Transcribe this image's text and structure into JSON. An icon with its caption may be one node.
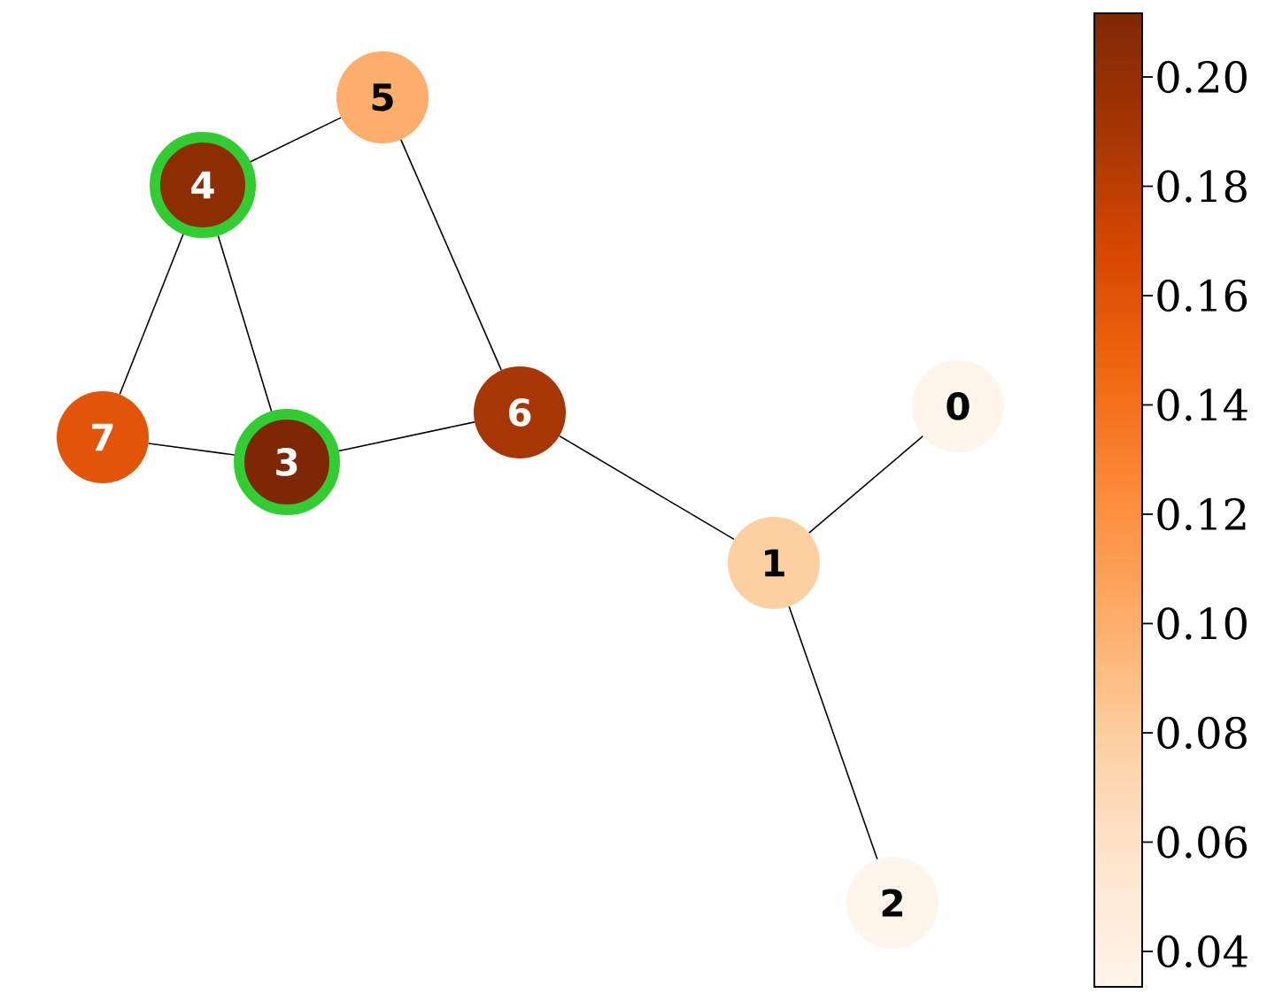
{
  "diagram": {
    "nodes": [
      {
        "text": [
          "0"
        ]
      },
      {
        "text": [
          "1"
        ]
      },
      {
        "text": [
          "2"
        ]
      },
      {
        "text": [
          "3"
        ]
      },
      {
        "text": [
          "4"
        ]
      },
      {
        "text": [
          "5"
        ]
      },
      {
        "text": [
          "6"
        ]
      },
      {
        "text": [
          "7"
        ]
      }
    ],
    "edges": [
      {
        "from": 4,
        "to": 5,
        "arrow": "none"
      },
      {
        "from": 5,
        "to": 6,
        "arrow": "none"
      },
      {
        "from": 4,
        "to": 7,
        "arrow": "none"
      },
      {
        "from": 4,
        "to": 3,
        "arrow": "none"
      },
      {
        "from": 7,
        "to": 3,
        "arrow": "none"
      },
      {
        "from": 3,
        "to": 6,
        "arrow": "none"
      },
      {
        "from": 6,
        "to": 1,
        "arrow": "none"
      },
      {
        "from": 1,
        "to": 0,
        "arrow": "none"
      },
      {
        "from": 1,
        "to": 2,
        "arrow": "none"
      }
    ],
    "labels": [
      "0.20",
      "0.18",
      "0.16",
      "0.14",
      "0.12",
      "0.10",
      "0.08",
      "0.06",
      "0.04"
    ]
  }
}
